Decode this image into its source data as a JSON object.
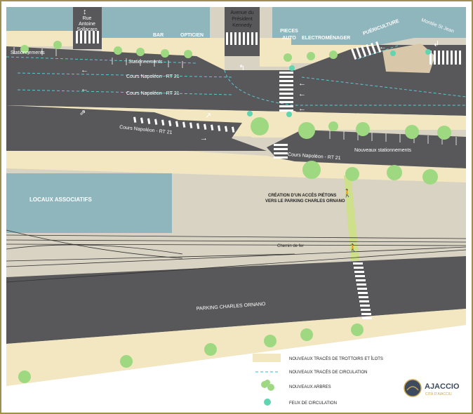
{
  "colors": {
    "road": "#58585a",
    "sidewalk": "#f2e7c1",
    "ground": "#d9d3c4",
    "building": "#8fb5bd",
    "tree": "#9ed982",
    "traffic_light": "#5fd6b0",
    "path": "#cfe08a",
    "lane_line": "#5bc7d6",
    "frame": "#a08e4f"
  },
  "streets": {
    "rue_antoine": "Rue Antoine Sollacaro",
    "avenue_kennedy": "Avenue du Président Kennedy",
    "montee_st_jean": "Montée St Jean",
    "cours_1": "Cours Napoléon - RT 21",
    "cours_2": "Cours Napoléon - RT 21",
    "cours_3": "Cours Napoléon - RT 21",
    "cours_4": "Cours Napoléon - RT 21",
    "chemin_de_fer": "Chemin de fer",
    "parking": "PARKING CHARLES ORNANO"
  },
  "shops": {
    "bar": "BAR",
    "opticien": "OPTICIEN",
    "pieces_auto": "PIECES AUTO",
    "electromenager": "ELECTROMÉNAGER",
    "puericulture": "PUÉRICULTURE"
  },
  "labels": {
    "stationnements_left": "Stationnements",
    "stationnements_mid": "Stationnements",
    "nouveaux_stationnements": "Nouveaux stationnements",
    "locaux": "LOCAUX ASSOCIATIFS",
    "acces_line1": "CRÉATION D'UN ACCÈS PIÉTONS",
    "acces_line2": "VERS LE PARKING CHARLES ORNANO"
  },
  "legend": [
    {
      "label": "NOUVEAUX TRACÉS DE TROTTOIRS ET ÎLOTS",
      "icon": "sidewalk-swatch"
    },
    {
      "label": "NOUVEAUX TRACÉS DE CIRCULATION",
      "icon": "dashed-line"
    },
    {
      "label": "NOUVEAUX ARBRES",
      "icon": "tree"
    },
    {
      "label": "FEUX DE CIRCULATION",
      "icon": "traffic-light-dot"
    }
  ],
  "logo": {
    "name": "AJACCIO",
    "tagline": "CITÀ D'AIACCIU"
  }
}
